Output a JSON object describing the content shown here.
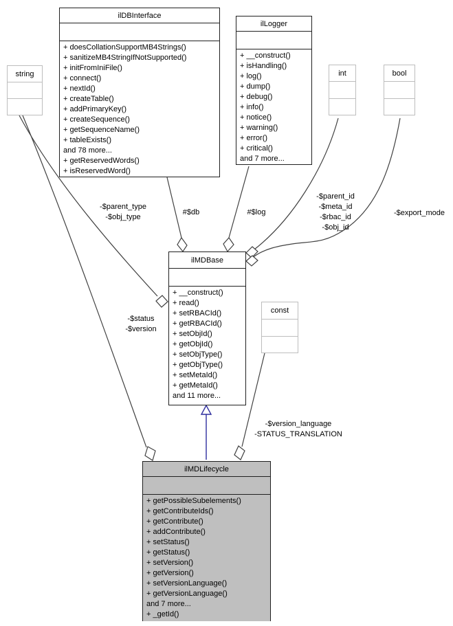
{
  "colors": {
    "edge_color": "#404040",
    "inheritance_color": "#2e2e9e",
    "box_border_dark": "#1f1f1f",
    "box_border_light": "#bdbdbd",
    "node_fill": "#ffffff",
    "highlight_fill": "#bfbfbf"
  },
  "classes": {
    "ilDBInterface": {
      "title": "ilDBInterface",
      "methods": [
        "+ doesCollationSupportMB4Strings()",
        "+ sanitizeMB4StringIfNotSupported()",
        "+ initFromIniFile()",
        "+ connect()",
        "+ nextId()",
        "+ createTable()",
        "+ addPrimaryKey()",
        "+ createSequence()",
        "+ getSequenceName()",
        "+ tableExists()",
        "and 78 more...",
        "+ getReservedWords()",
        "+ isReservedWord()"
      ]
    },
    "ilLogger": {
      "title": "ilLogger",
      "methods": [
        "+ __construct()",
        "+ isHandling()",
        "+ log()",
        "+ dump()",
        "+ debug()",
        "+ info()",
        "+ notice()",
        "+ warning()",
        "+ error()",
        "+ critical()",
        "and 7 more..."
      ]
    },
    "ilMDBase": {
      "title": "ilMDBase",
      "methods": [
        "+ __construct()",
        "+ read()",
        "+ setRBACId()",
        "+ getRBACId()",
        "+ setObjId()",
        "+ getObjId()",
        "+ setObjType()",
        "+ getObjType()",
        "+ setMetaId()",
        "+ getMetaId()",
        "and 11 more..."
      ]
    },
    "ilMDLifecycle": {
      "title": "ilMDLifecycle",
      "methods": [
        "+ getPossibleSubelements()",
        "+ getContributeIds()",
        "+ getContribute()",
        "+ addContribute()",
        "+ setStatus()",
        "+ getStatus()",
        "+ setVersion()",
        "+ getVersion()",
        "+ setVersionLanguage()",
        "+ getVersionLanguage()",
        "and 7 more...",
        "+ _getId()"
      ]
    },
    "string": {
      "title": "string"
    },
    "int": {
      "title": "int"
    },
    "bool": {
      "title": "bool"
    },
    "const": {
      "title": "const"
    }
  },
  "edge_labels": {
    "db": "#$db",
    "log": "#$log",
    "parent_type": [
      "-$parent_type",
      "-$obj_type"
    ],
    "ids": [
      "-$parent_id",
      "-$meta_id",
      "-$rbac_id",
      "-$obj_id"
    ],
    "export_mode": "-$export_mode",
    "status": [
      "-$status",
      "-$version"
    ],
    "version_language": [
      "-$version_language",
      "-STATUS_TRANSLATION"
    ]
  }
}
